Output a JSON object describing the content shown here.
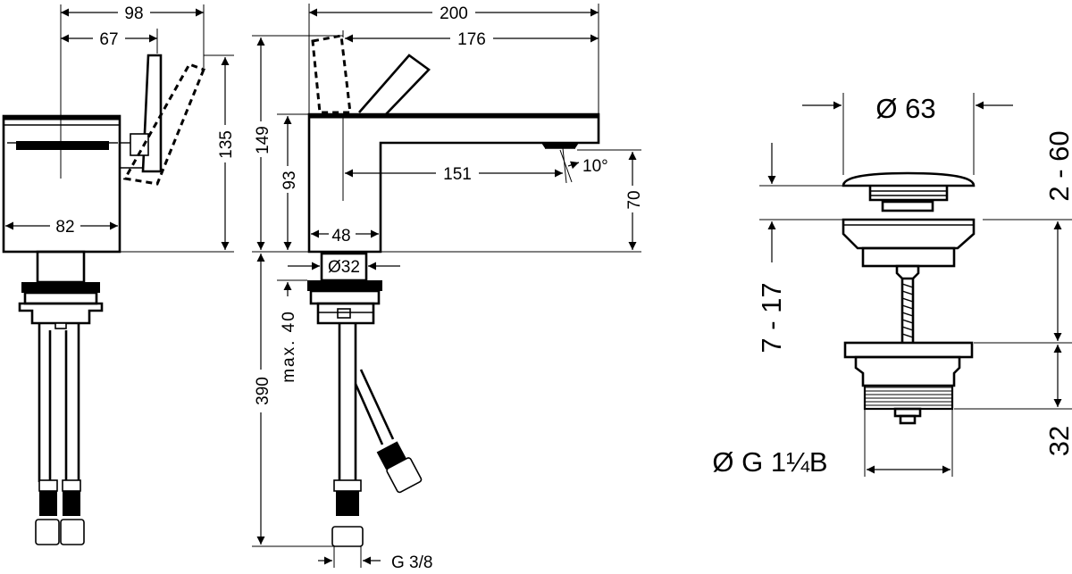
{
  "dimensions": {
    "side_overall_98": "98",
    "side_lever_67": "67",
    "side_height_135": "135",
    "side_width_82": "82",
    "front_overall_200": "200",
    "front_spout_176": "176",
    "front_height_149": "149",
    "front_body_93": "93",
    "front_reach_151": "151",
    "front_angle": "10°",
    "front_outlet_70": "70",
    "front_base_48": "48",
    "front_shank_d32": "Ø32",
    "front_max40": "max. 40",
    "front_supply_390": "390",
    "front_thread_g38": "G 3/8",
    "waste_cap_d63": "Ø 63",
    "waste_range_2_60": "2 - 60",
    "waste_range_7_17": "7 - 17",
    "waste_thread_32": "32",
    "waste_thread_g": "Ø G 1¼B"
  }
}
